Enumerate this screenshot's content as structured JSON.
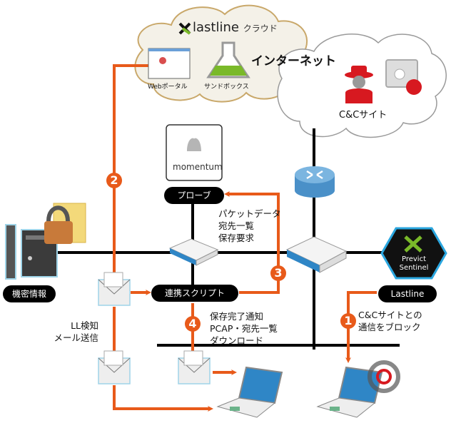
{
  "clouds": {
    "lastline": {
      "brand": "lastline",
      "suffix": "クラウド",
      "web_portal": "Webポータル",
      "sandbox": "サンドボックス"
    },
    "internet": {
      "title": "インターネット",
      "cc_site": "C&Cサイト"
    }
  },
  "nodes": {
    "momentum": "momentum",
    "probe": "プローブ",
    "confidential": "機密情報",
    "script": "連携スクリプト",
    "lastline": "Lastline",
    "previct_line1": "Previct",
    "previct_line2": "Sentinel"
  },
  "steps": [
    {
      "num": "1",
      "text_lines": [
        "C&Cサイトとの",
        "通信をブロック"
      ]
    },
    {
      "num": "2",
      "text_lines": [
        "LL検知",
        "メール送信"
      ]
    },
    {
      "num": "3",
      "text_lines": [
        "パケットデータ",
        "宛先一覧",
        "保存要求"
      ]
    },
    {
      "num": "4",
      "text_lines": [
        "保存完了通知",
        "PCAP・宛先一覧",
        "ダウンロード"
      ]
    }
  ],
  "colors": {
    "accent": "#e85a1a",
    "network": "#000000",
    "lastline_green": "#7ab929",
    "threat_red": "#d71920"
  }
}
